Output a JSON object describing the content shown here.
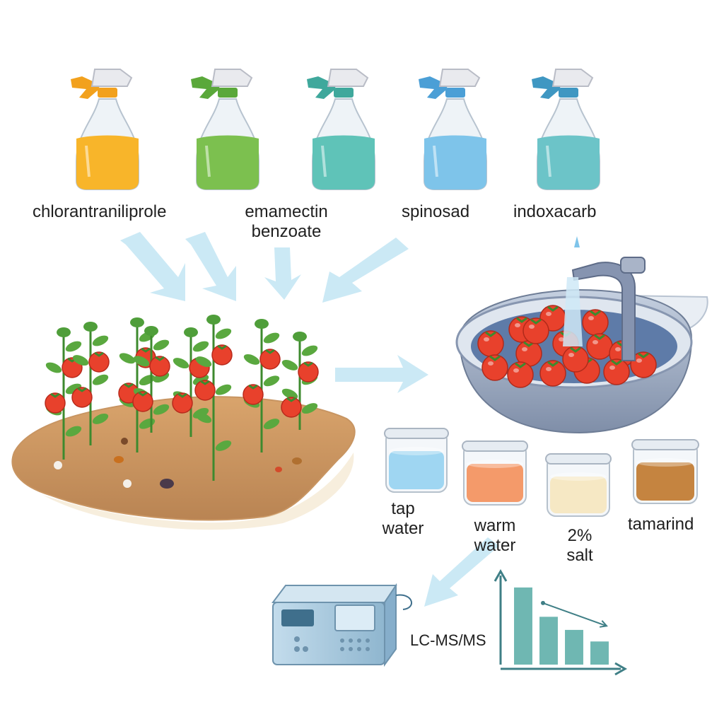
{
  "pesticides": [
    {
      "name": "chlorantraniliprole",
      "liquid": "#f8b52a",
      "cap": "#f2a11d"
    },
    {
      "name": "emamectin benzoate",
      "lines": [
        "emamectin",
        "benzoate"
      ],
      "liquid": "#7cc04f",
      "cap": "#5aa83a"
    },
    {
      "name": "",
      "liquid": "#5fc3b8",
      "cap": "#3fa89c"
    },
    {
      "name": "spinosad",
      "liquid": "#7ec4ea",
      "cap": "#4b9fd6"
    },
    {
      "name": "indoxacarb",
      "liquid": "#6cc4c8",
      "cap": "#3f97c2"
    }
  ],
  "washing_solutions": [
    {
      "lines": [
        "tap",
        "water"
      ],
      "liquid": "#9fd6f2"
    },
    {
      "lines": [
        "warm",
        "water"
      ],
      "liquid": "#f49a6a"
    },
    {
      "lines": [
        "2%",
        "salt"
      ],
      "liquid": "#f6e8c4"
    },
    {
      "lines": [
        "tamarind"
      ],
      "liquid": "#c58440"
    }
  ],
  "instrument": {
    "label": "LC-MS/MS"
  },
  "chart_data": {
    "type": "bar",
    "categories": [
      "",
      "",
      "",
      ""
    ],
    "values": [
      100,
      62,
      45,
      30
    ],
    "trend": "decreasing",
    "ylim": [
      0,
      110
    ],
    "bar_color": "#6fb7b2",
    "axis_color": "#3f7f86"
  },
  "colors": {
    "arrow": "#c8e8f4",
    "soil": "#d9a46c",
    "tomato": "#e8412c",
    "leaf": "#4f9e3a",
    "basin": "#8f9fb8",
    "instrument": "#a9cbe0"
  }
}
